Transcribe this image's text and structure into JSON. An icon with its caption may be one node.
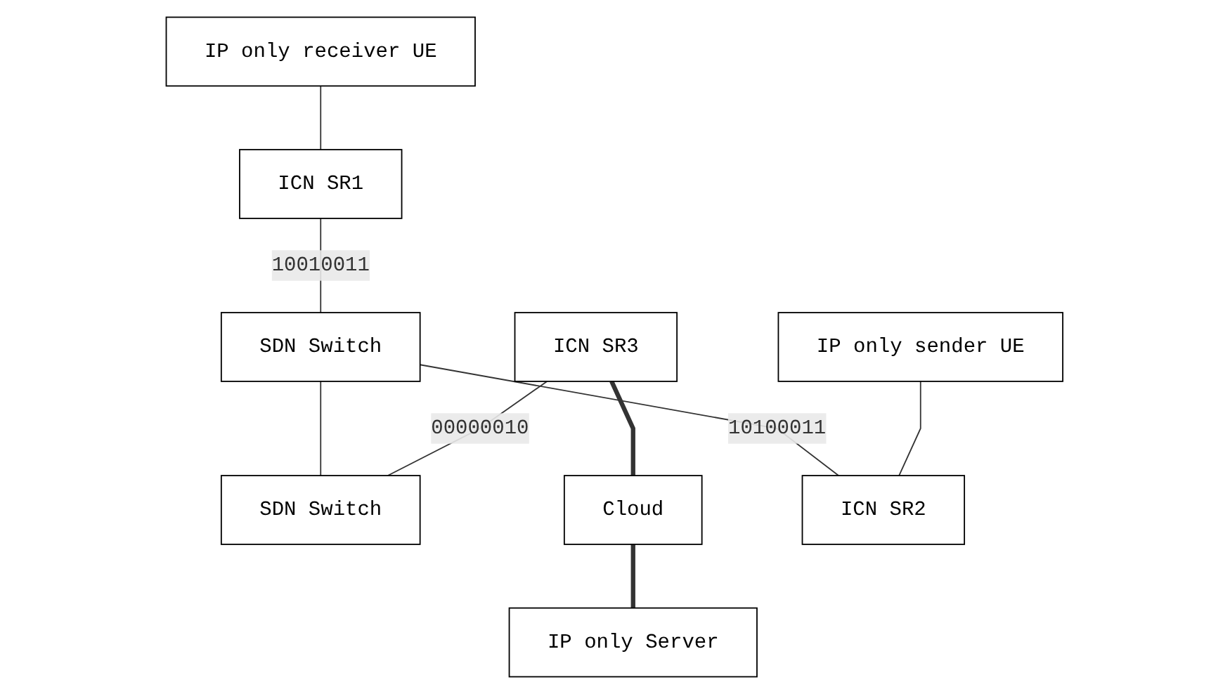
{
  "diagram": {
    "nodes": [
      {
        "text": [
          "IP only receiver UE"
        ]
      },
      {
        "text": [
          "ICN SR1"
        ]
      },
      {
        "text": [
          "SDN Switch"
        ]
      },
      {
        "text": [
          "SDN Switch"
        ]
      },
      {
        "text": [
          "ICN SR3"
        ]
      },
      {
        "text": [
          "Cloud"
        ]
      },
      {
        "text": [
          "IP only sender UE"
        ]
      },
      {
        "text": [
          "ICN SR2"
        ]
      },
      {
        "text": [
          "IP only Server"
        ]
      }
    ],
    "edges": [
      {
        "from": 0,
        "to": 1,
        "arrow": "none"
      },
      {
        "from": 1,
        "to": 2,
        "arrow": "none",
        "label": "10010011"
      },
      {
        "from": 2,
        "to": 3,
        "arrow": "none"
      },
      {
        "from": 4,
        "to": 3,
        "arrow": "none",
        "label": "00000010"
      },
      {
        "from": 2,
        "to": 7,
        "arrow": "none",
        "label": "10100011"
      },
      {
        "from": 6,
        "to": 7,
        "arrow": "none"
      },
      {
        "from": 4,
        "to": 5,
        "arrow": "none",
        "style": "thick"
      },
      {
        "from": 5,
        "to": 8,
        "arrow": "none",
        "style": "thick"
      }
    ]
  }
}
